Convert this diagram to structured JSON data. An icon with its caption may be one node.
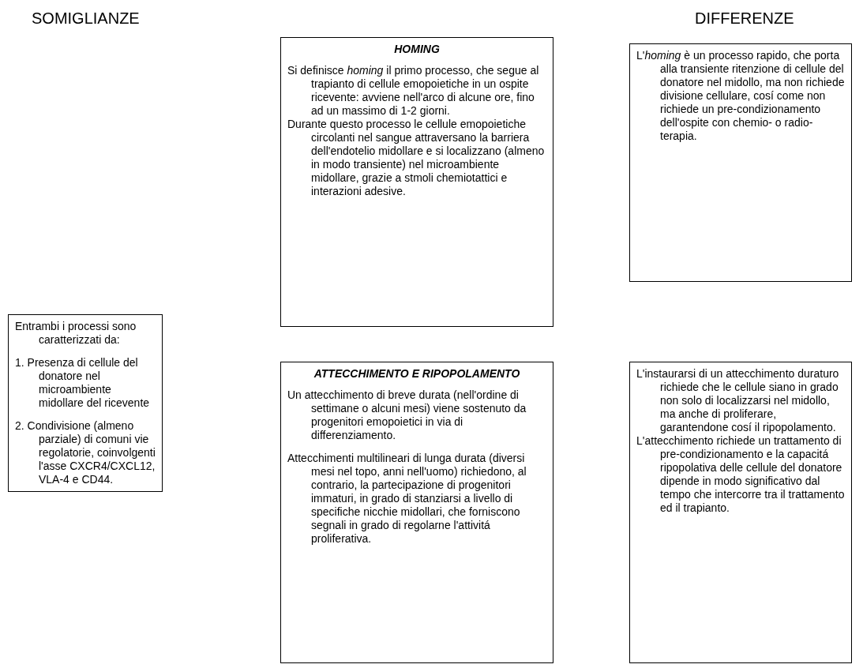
{
  "diagram": {
    "nodes": [
      {
        "text": [
          "Entrambi i processi sono caratterizzati da:",
          "1. Presenza di cellule del donatore nel microambiente midollare del ricevente",
          "2. Condivisione (almeno parziale) di comuni vie regolatorie, coinvolgenti l'asse CXCR4/CXCL12, VLA-4 e CD44."
        ]
      },
      {
        "text": [
          "HOMING",
          "Si definisce *homing* il primo processo, che segue al trapianto di cellule emopoietiche in un ospite ricevente: avviene nell'arco di alcune ore, fino ad un massimo di 1-2 giorni.",
          "Durante questo processo le cellule emopoietiche circolanti nel sangue attraversano la barriera dell'endotelio midollare e si localizzano (almeno in modo transiente) nel microambiente midollare, grazie a stmoli chemiotattici e interazioni adesive."
        ]
      },
      {
        "text": [
          "L'*homing* è un processo rapido, che porta alla transiente ritenzione di cellule del donatore nel midollo, ma non richiede divisione cellulare, cosí come non richiede un pre-condizionamento dell'ospite con chemio- o radio-terapia."
        ]
      },
      {
        "text": [
          "ATTECCHIMENTO E RIPOPOLAMENTO",
          "Un attecchimento di breve durata (nell'ordine di settimane o alcuni mesi) viene sostenuto da progenitori emopoietici in via di differenziamento.",
          "Attecchimenti multilineari di lunga durata (diversi mesi nel topo, anni nell'uomo) richiedono, al contrario, la partecipazione di progenitori immaturi, in grado di stanziarsi a livello di specifiche nicchie midollari, che forniscono segnali in grado di regolarne l'attivitá proliferativa."
        ]
      },
      {
        "text": [
          "L'instaurarsi di un attecchimento duraturo richiede che le cellule siano in grado non solo di localizzarsi nel midollo, ma anche di proliferare, garantendone cosí il ripopolamento.",
          "L'attecchimento richiede un trattamento di pre-condizionamento e la capacitá ripopolativa delle cellule del donatore dipende in modo significativo dal tempo che intercorre tra il trattamento ed il trapianto."
        ]
      }
    ],
    "edges": [],
    "labels": [
      "SOMIGLIANZE",
      "DIFFERENZE"
    ]
  }
}
